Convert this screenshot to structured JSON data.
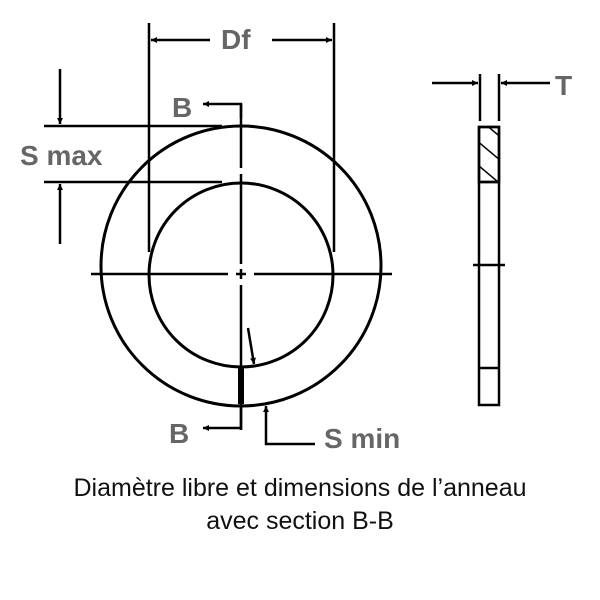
{
  "diagram": {
    "labels": {
      "df": "Df",
      "s_max": "S max",
      "s_min": "S min",
      "section_top": "B",
      "section_bottom": "B",
      "thickness": "T"
    },
    "caption": {
      "line1": "Diamètre libre et dimensions de l’anneau",
      "line2": "avec section B-B"
    },
    "colors": {
      "line": "#000000",
      "label": "#666666",
      "caption": "#111111"
    }
  }
}
